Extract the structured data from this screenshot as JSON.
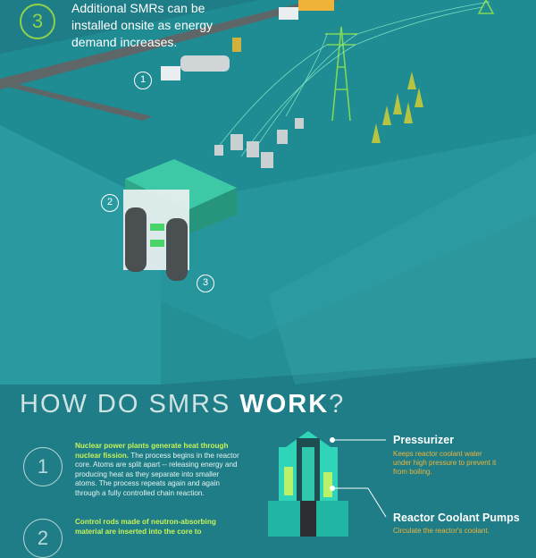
{
  "intro": {
    "step_number": "3",
    "note": "Additional SMRs can be installed onsite as energy demand increases."
  },
  "markers": [
    "1",
    "2",
    "3"
  ],
  "section": {
    "heading_prefix": "HOW DO SMRS ",
    "heading_emph": "WORK",
    "heading_suffix": "?"
  },
  "steps": [
    {
      "number": "1",
      "lead": "Nuclear power plants generate heat through nuclear fission.",
      "body": " The process begins in the reactor core. Atoms are split apart -- releasing energy and producing heat as they separate into smaller atoms. The process repeats again and again through a fully controlled chain reaction."
    },
    {
      "number": "2",
      "lead": "Control rods made of neutron-absorbing material are inserted into the core to",
      "body": ""
    }
  ],
  "callouts": [
    {
      "title": "Pressurizer",
      "desc": "Keeps reactor coolant water under high pressure to prevent it from boiling."
    },
    {
      "title": "Reactor Coolant Pumps",
      "desc": "Circulate the reactor's coolant."
    }
  ],
  "colors": {
    "background": "#1e7d86",
    "accent_green": "#8fd14f",
    "lead_text": "#c7f25a",
    "callout_desc": "#f0b33a"
  }
}
